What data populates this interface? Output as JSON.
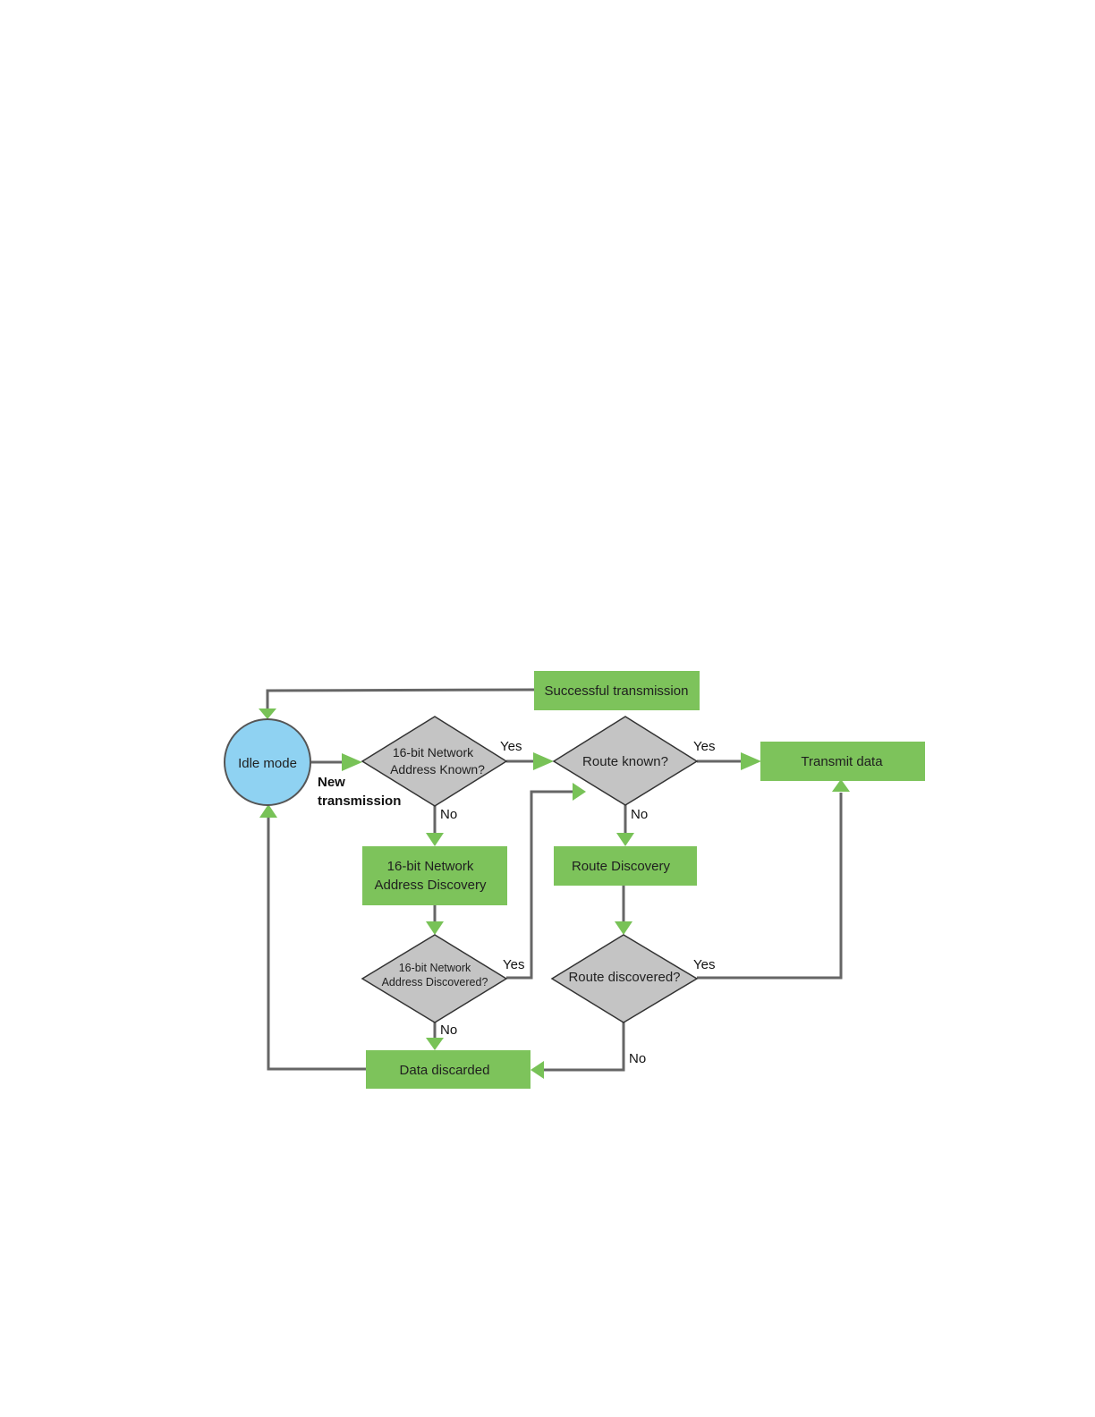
{
  "nodes": {
    "successful_transmission": "Successful transmission",
    "idle_mode": "Idle mode",
    "address_known": [
      "16-bit Network",
      "Address Known?"
    ],
    "route_known": "Route known?",
    "transmit_data": "Transmit data",
    "address_discovery": [
      "16-bit Network",
      "Address Discovery"
    ],
    "route_discovery": "Route Discovery",
    "address_discovered": [
      "16-bit Network",
      "Address Discovered?"
    ],
    "route_discovered": "Route discovered?",
    "data_discarded": "Data discarded"
  },
  "edge_labels": {
    "new_transmission": [
      "New",
      "transmission"
    ],
    "yes_address_known": "Yes",
    "yes_route_known": "Yes",
    "no_address_known": "No",
    "no_route_known": "No",
    "yes_address_discovered": "Yes",
    "yes_route_discovered": "Yes",
    "no_address_discovered": "No",
    "no_route_discovered": "No"
  },
  "colors": {
    "process_node": "#7dc35b",
    "decision_node": "#c4c4c4",
    "start_node": "#8fd2f2",
    "connector": "#666666",
    "arrowhead": "#78c257"
  }
}
